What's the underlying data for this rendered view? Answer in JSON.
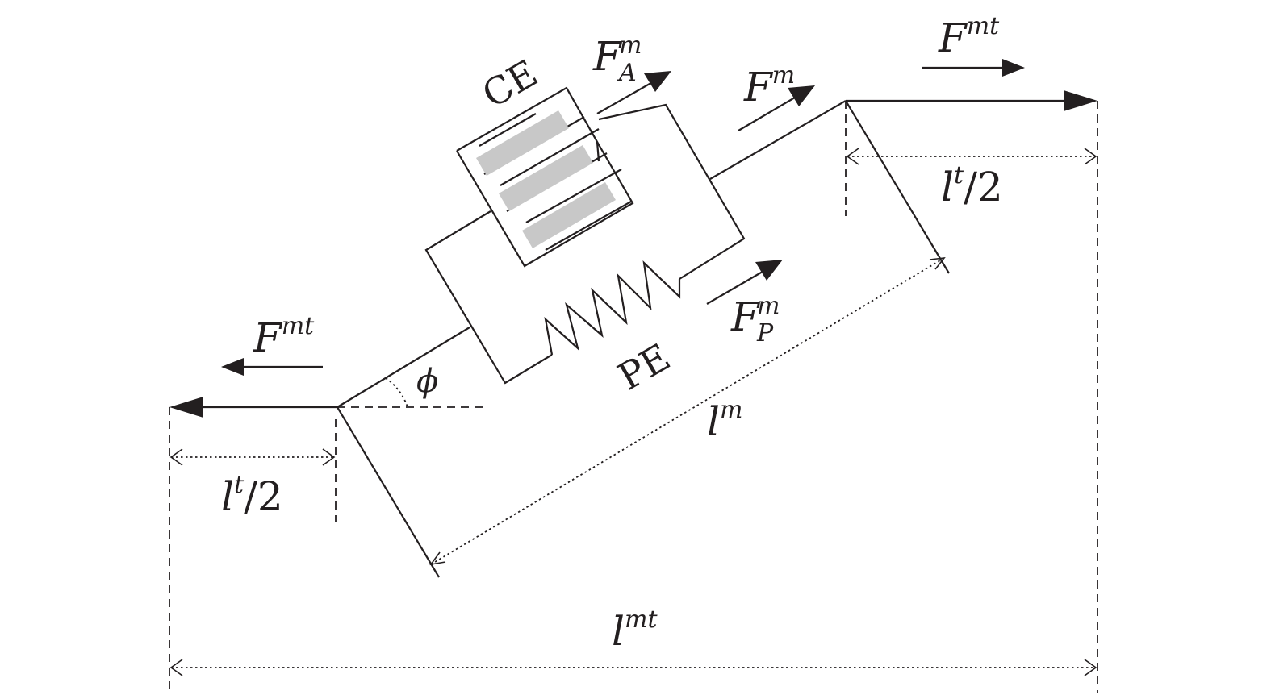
{
  "labels": {
    "ce": "CE",
    "pe": "PE",
    "phi": "ϕ",
    "fmt_left": {
      "base": "F",
      "sup": "mt"
    },
    "fmt_right": {
      "base": "F",
      "sup": "mt"
    },
    "fm": {
      "base": "F",
      "sup": "m"
    },
    "fma": {
      "base": "F",
      "sup": "m",
      "sub": "A"
    },
    "fmp": {
      "base": "F",
      "sup": "m",
      "sub": "P"
    },
    "lt_left": {
      "base": "l",
      "sup": "t",
      "rest": "/2"
    },
    "lt_right": {
      "base": "l",
      "sup": "t",
      "rest": "/2"
    },
    "lm": {
      "base": "l",
      "sup": "m"
    },
    "lmt": {
      "base": "l",
      "sup": "mt"
    }
  },
  "colors": {
    "line": "#231f20",
    "contractile_bar": "#c8c8c8",
    "background": "#ffffff"
  }
}
